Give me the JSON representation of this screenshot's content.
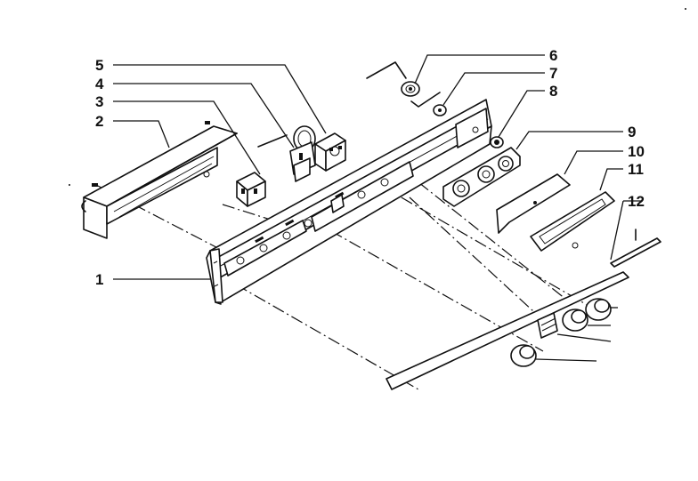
{
  "diagram": {
    "callouts": [
      {
        "id": "1",
        "label": "1"
      },
      {
        "id": "2",
        "label": "2"
      },
      {
        "id": "3",
        "label": "3"
      },
      {
        "id": "4",
        "label": "4"
      },
      {
        "id": "5",
        "label": "5"
      },
      {
        "id": "6",
        "label": "6"
      },
      {
        "id": "7",
        "label": "7"
      },
      {
        "id": "8",
        "label": "8"
      },
      {
        "id": "9",
        "label": "9"
      },
      {
        "id": "10",
        "label": "10"
      },
      {
        "id": "11",
        "label": "11"
      },
      {
        "id": "12",
        "label": "12"
      }
    ],
    "ink_color": "#111111",
    "background": "#ffffff"
  }
}
